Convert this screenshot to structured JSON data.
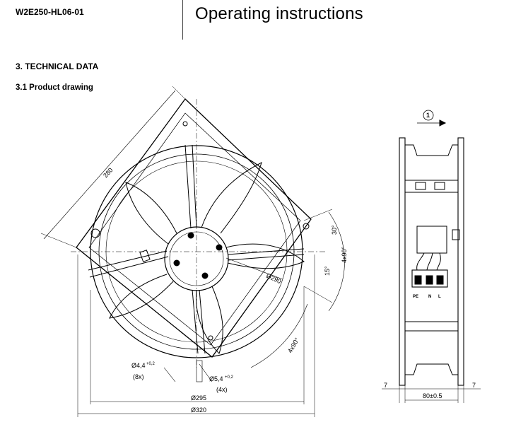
{
  "header": {
    "model": "W2E250-HL06-01",
    "title": "Operating instructions"
  },
  "section": {
    "heading": "3. TECHNICAL DATA",
    "subheading": "3.1 Product drawing"
  },
  "drawing": {
    "front_view": {
      "diag_280": "280",
      "hole_dia": "Ø4,4",
      "hole_tol": "+0,2",
      "hole_count": "(8x)",
      "slot_dia": "Ø5,4",
      "slot_tol": "+0,2",
      "slot_count": "(4x)",
      "d_290": "Ø290",
      "d_295": "Ø295",
      "d_320": "Ø320",
      "angle_30": "30°",
      "angle_15": "15°",
      "angle_4x90_a": "4x90°",
      "angle_4x90_b": "4x90°"
    },
    "side_view": {
      "callout": "1",
      "term_pe": "PE",
      "term_n": "N",
      "term_l": "L",
      "dim_left": "7",
      "dim_right": "7",
      "dim_depth": "80±0.5"
    }
  }
}
